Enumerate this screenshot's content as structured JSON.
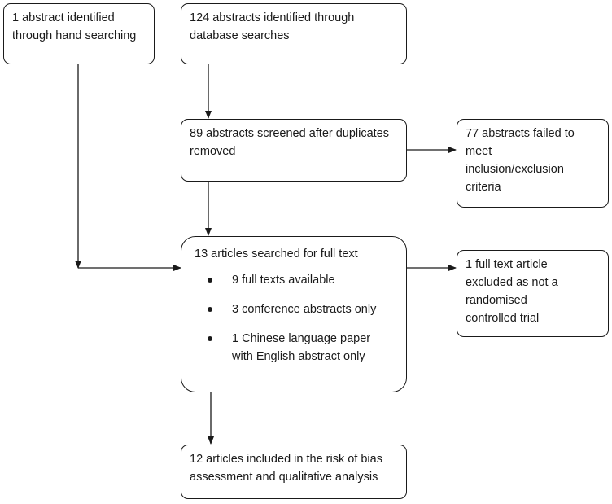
{
  "boxes": {
    "hand_search": "1 abstract identified through hand searching",
    "database_search": "124 abstracts identified through database searches",
    "screened": "89 abstracts screened after duplicates removed",
    "failed_criteria_line1": "77 abstracts failed to meet",
    "failed_criteria_line2": "inclusion/exclusion criteria",
    "full_text_search": {
      "title": "13 articles searched for full text",
      "bullets": [
        "9 full texts available",
        "3 conference abstracts only",
        "1 Chinese language paper with English abstract only"
      ]
    },
    "excluded": "1 full text article excluded as not a randomised controlled trial",
    "included": "12 articles included in the risk of bias assessment and qualitative analysis"
  }
}
